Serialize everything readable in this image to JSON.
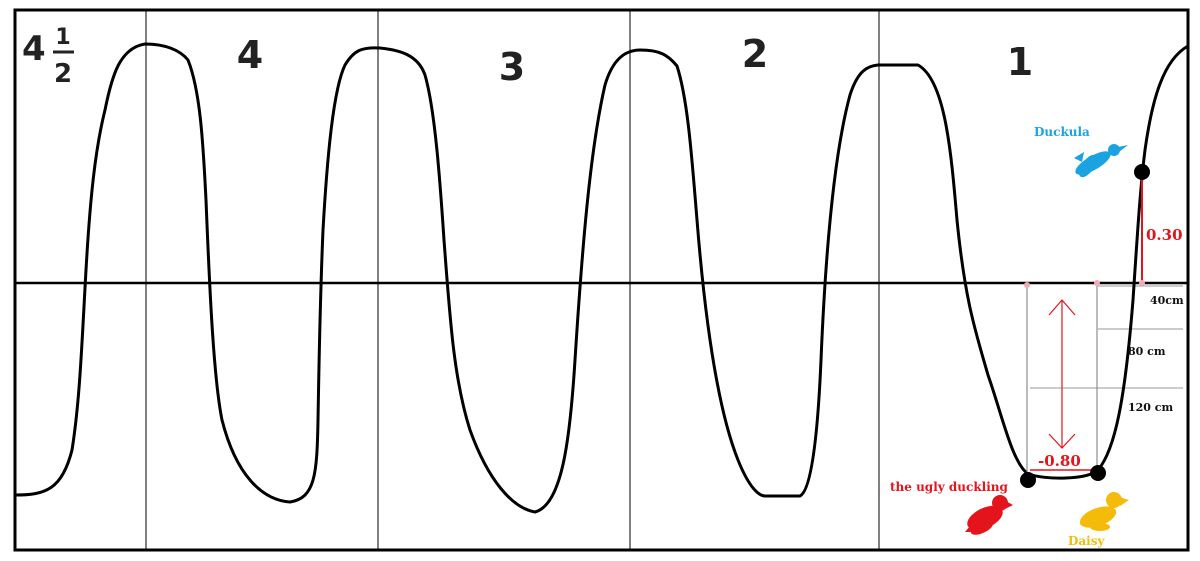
{
  "wave_numbers": [
    "4",
    "3",
    "2",
    "1"
  ],
  "first_number": {
    "whole": "4",
    "numerator": "1",
    "denominator": "2"
  },
  "ducks": {
    "duckula": {
      "label": "Duckula",
      "color": "#1aa3e0"
    },
    "ugly_duckling": {
      "label": "the ugly duckling",
      "color": "#e3141c"
    },
    "daisy": {
      "label": "Daisy",
      "color": "#f5bb0b"
    }
  },
  "measurements": {
    "height_above": "0.30",
    "depth_below": "-0.80",
    "color": "#e3141c"
  },
  "depth_ticks": [
    "40cm",
    "80 cm",
    "120 cm"
  ]
}
